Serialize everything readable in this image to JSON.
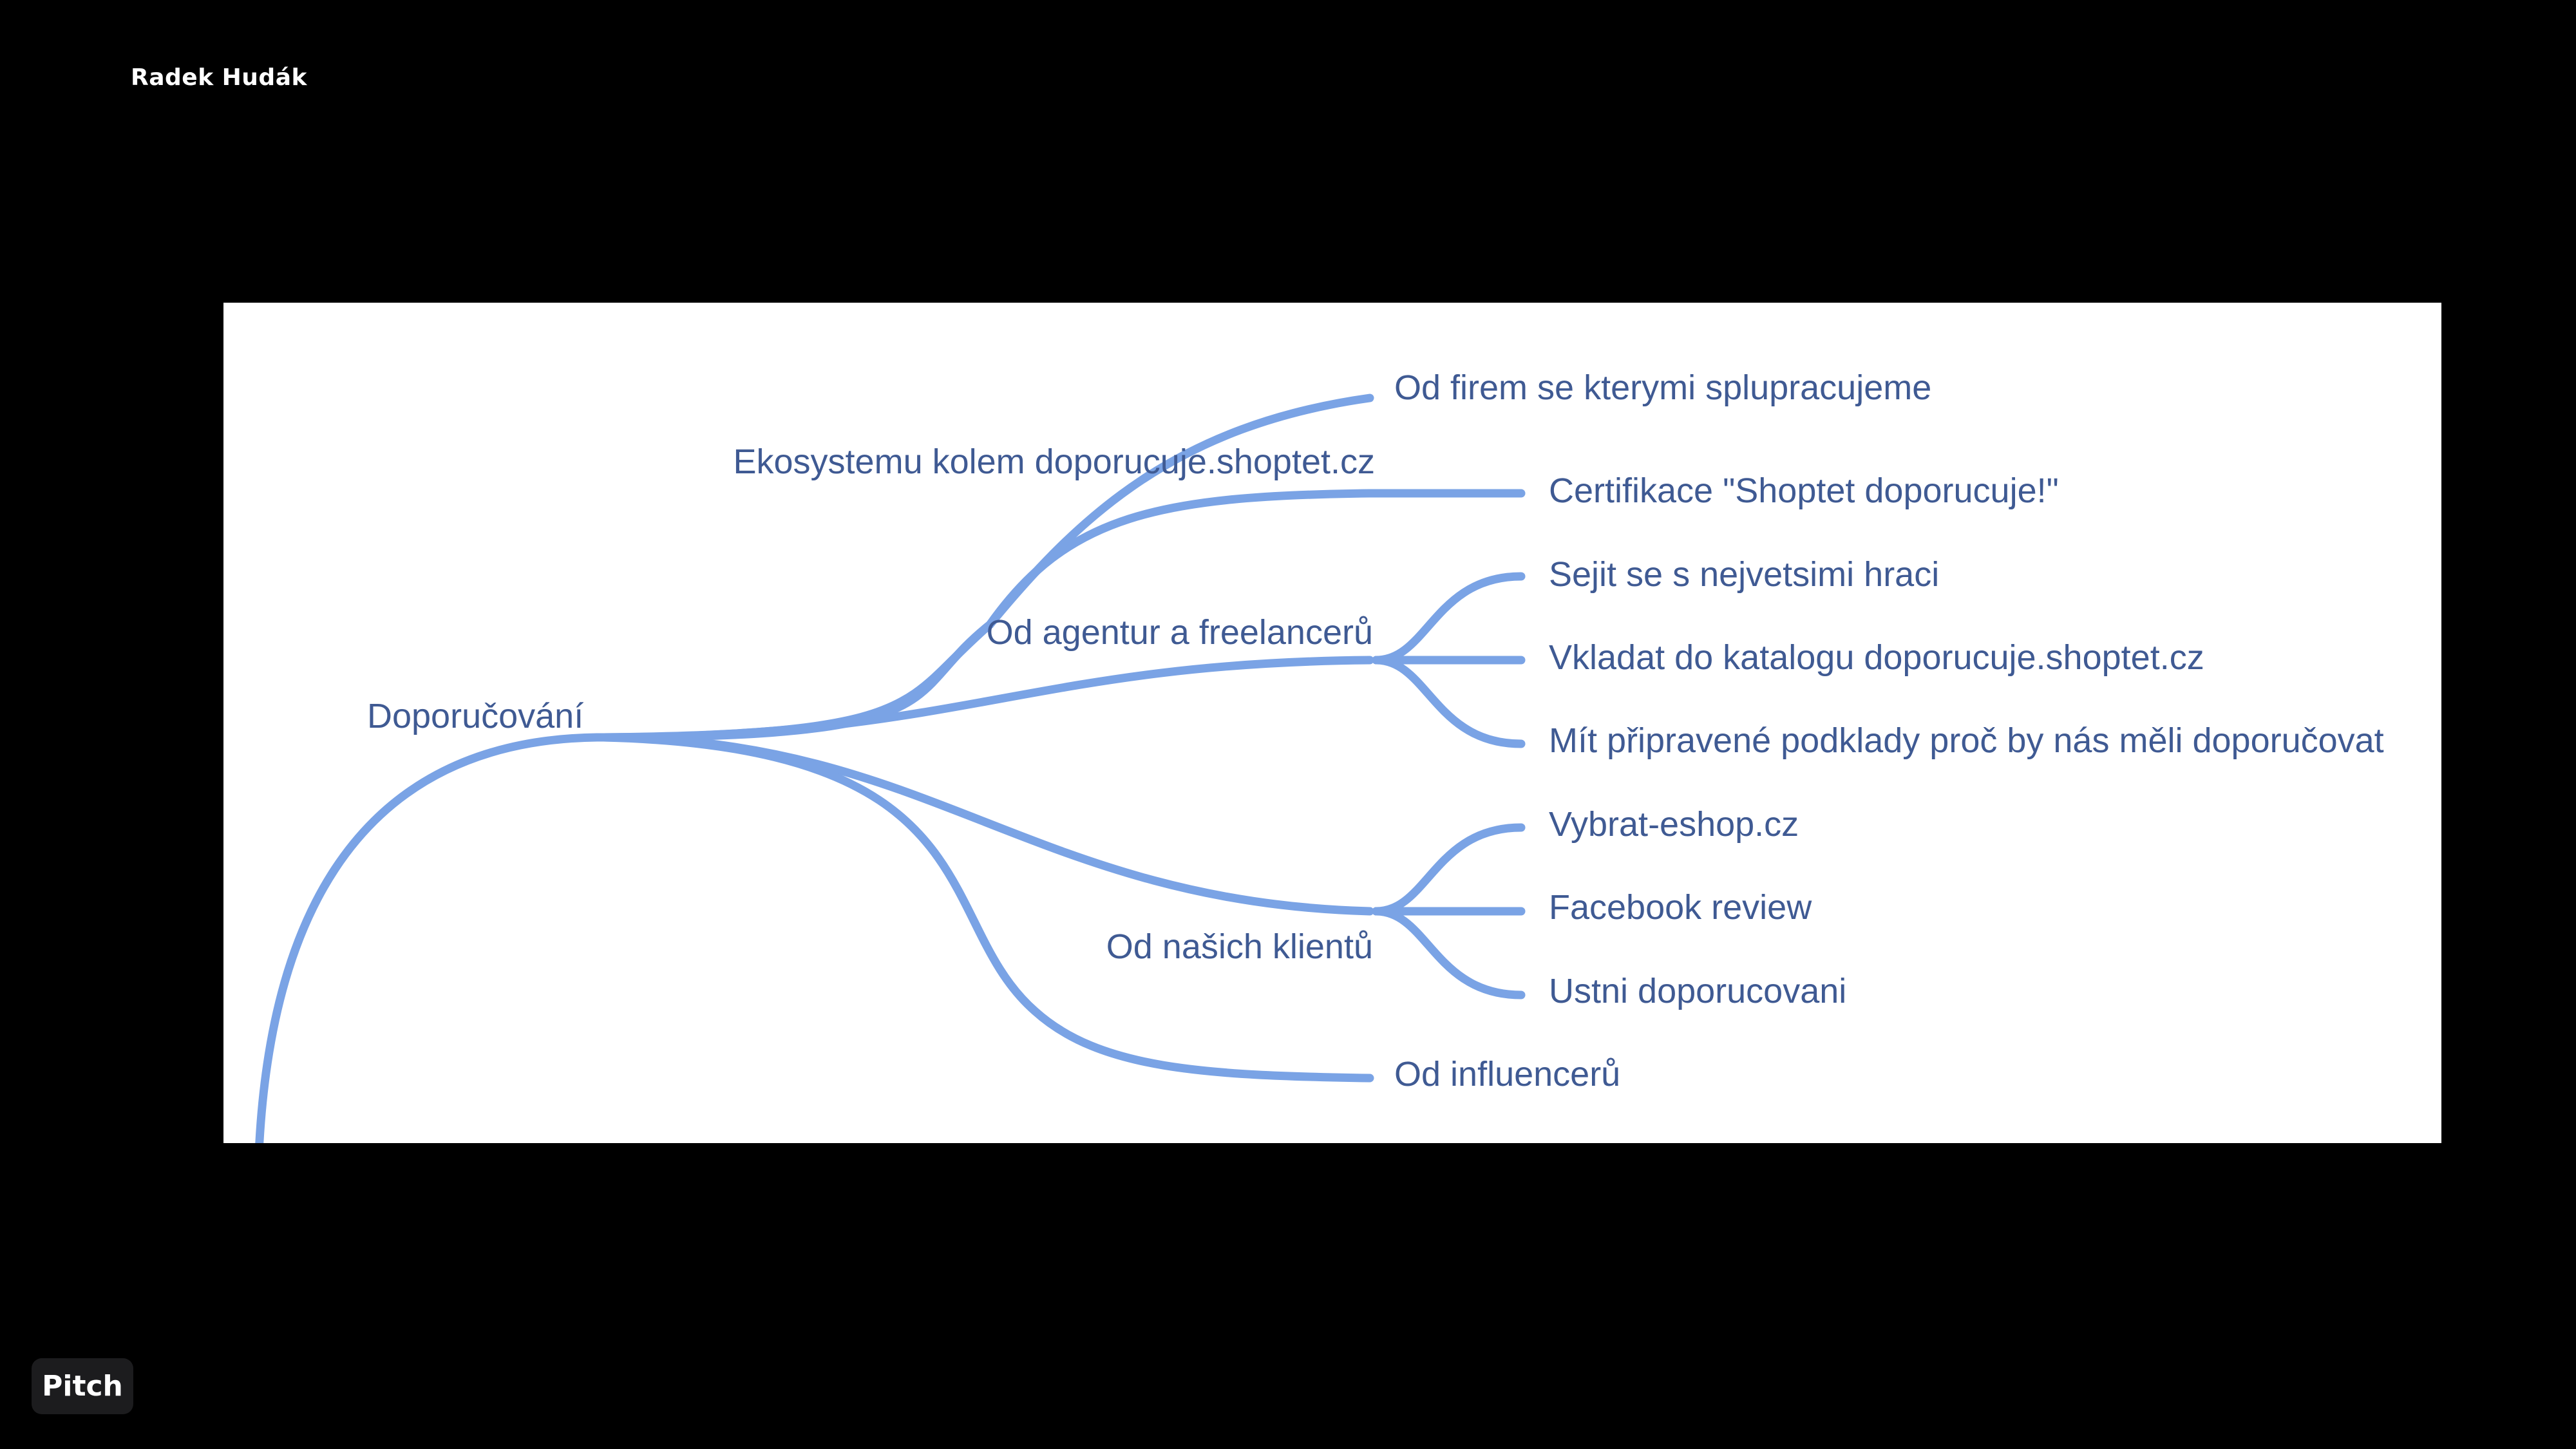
{
  "slide": {
    "author": "Radek Hudák"
  },
  "mindmap": {
    "root": "Doporučování",
    "branches": [
      {
        "label": "Ekosystemu kolem doporucuje.shoptet.cz",
        "children": [
          "Od firem se kterymi splupracujeme",
          "Certifikace \"Shoptet doporucuje!\""
        ]
      },
      {
        "label": "Od agentur a freelancerů",
        "children": [
          "Sejit se s nejvetsimi hraci",
          "Vkladat do katalogu doporucuje.shoptet.cz",
          "Mít připravené podklady proč by nás měli doporučovat"
        ]
      },
      {
        "label": "Od našich klientů",
        "children": [
          "Vybrat-eshop.cz",
          "Facebook review",
          "Ustni doporucovani"
        ]
      },
      {
        "label": "Od influencerů",
        "children": []
      }
    ],
    "colors": {
      "branch": "#7aa3e5",
      "text": "#3f5a93",
      "background": "#ffffff"
    }
  },
  "footer": {
    "badge_label": "Pitch"
  }
}
